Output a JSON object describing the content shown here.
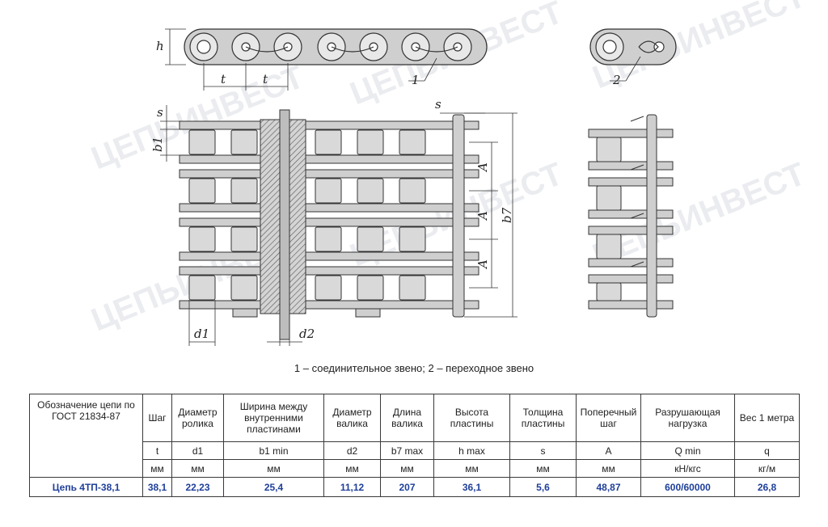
{
  "drawing": {
    "watermark": "ЦЕПЬИНВЕСТ",
    "dims": {
      "h": "h",
      "t": "t",
      "s": "s",
      "b1": "b1",
      "b7": "b7",
      "d1": "d1",
      "d2": "d2",
      "A": "A",
      "callout_1": "1",
      "callout_2": "2"
    },
    "caption": "1 – соединительное звено; 2 – переходное звено"
  },
  "table": {
    "headers": [
      "Обозначение цепи по ГОСТ 21834-87",
      "Шаг",
      "Диаметр ролика",
      "Ширина между внутренними пластинами",
      "Диаметр валика",
      "Длина валика",
      "Высота пластины",
      "Толщина пластины",
      "Поперечный шаг",
      "Разрушающая нагрузка",
      "Вес 1 метра"
    ],
    "symbols": [
      "t",
      "d1",
      "b1 min",
      "d2",
      "b7 max",
      "h max",
      "s",
      "A",
      "Q min",
      "q"
    ],
    "units": [
      "мм",
      "мм",
      "мм",
      "мм",
      "мм",
      "мм",
      "мм",
      "мм",
      "кН/кгс",
      "кг/м"
    ],
    "rows": [
      [
        "Цепь 4ТП-38,1",
        "38,1",
        "22,23",
        "25,4",
        "11,12",
        "207",
        "36,1",
        "5,6",
        "48,87",
        "600/60000",
        "26,8"
      ]
    ]
  }
}
